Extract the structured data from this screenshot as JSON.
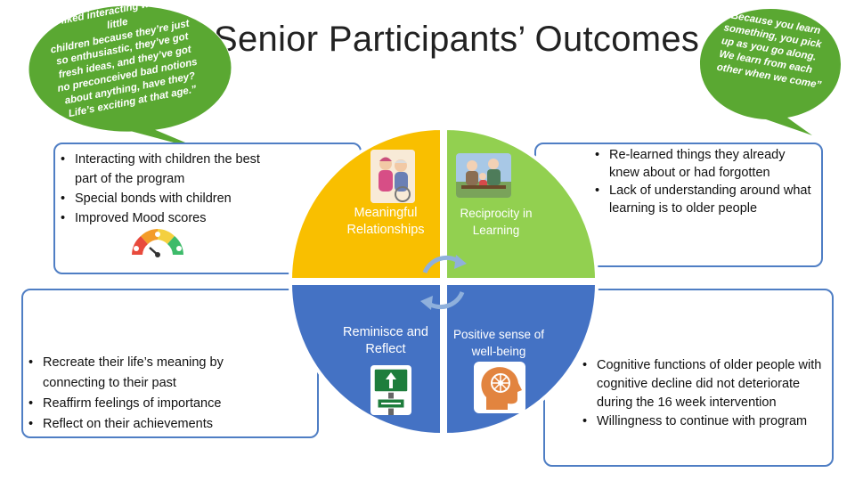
{
  "slide": {
    "title": "Senior Participants’ Outcomes"
  },
  "quotes": {
    "left_lines": [
      "“I liked interacting with the",
      "little",
      "children because they’re just",
      "so enthusiastic, they’ve got",
      "fresh ideas, and they’ve got",
      "no preconceived bad notions",
      "about anything, have they?",
      "Life’s exciting at that age.”"
    ],
    "right_lines": [
      "“Because you learn",
      "something, you pick",
      "up as you go along.",
      "We learn from each",
      "other when we come”"
    ]
  },
  "quadrants": {
    "top_left": "Meaningful Relationships",
    "top_right": "Reciprocity in Learning",
    "bottom_left": "Reminisce and Reflect",
    "bottom_right": "Positive sense of well-being"
  },
  "boxes": {
    "top_left": [
      "Interacting with children the best part of the program",
      "Special bonds with children",
      "Improved Mood scores"
    ],
    "bottom_left": [
      "Recreate their life’s meaning by connecting to their past",
      "Reaffirm feelings of importance",
      "Reflect on their achievements"
    ],
    "top_right": [
      "Re-learned things they already knew about or had forgotten",
      "Lack of understanding around what learning is to older people"
    ],
    "bottom_right": [
      "Cognitive functions of older people with cognitive decline did not deteriorate during the 16 week intervention",
      "Willingness to continue with program"
    ]
  },
  "colors": {
    "yellow": "#f9bf00",
    "green": "#92d050",
    "blue": "#4472c4",
    "bubble_green": "#5aa832",
    "box_border": "#4f7ec4",
    "arrow": "#8fb0dc"
  },
  "icons": {
    "mood_scale": "mood-gauge-icon",
    "relationships": "elderly-couple-photo-icon",
    "reciprocity": "grandparents-with-child-photo-icon",
    "reminisce": "road-sign-icon",
    "wellbeing": "head-profile-mind-icon",
    "cycle": "cycle-arrows-icon"
  }
}
